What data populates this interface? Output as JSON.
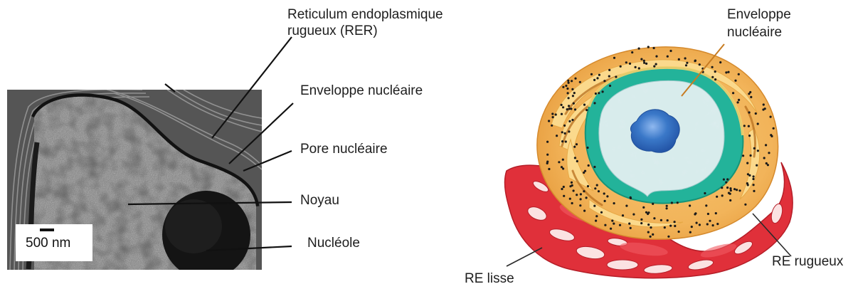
{
  "micrograph": {
    "scale_bar": "500 nm",
    "labels": {
      "rer": [
        "Reticulum endoplasmique",
        "rugueux (RER)"
      ],
      "nuclear_envelope": "Enveloppe nucléaire",
      "nuclear_pore": "Pore nucléaire",
      "nucleus": "Noyau",
      "nucleolus": "Nucléole"
    }
  },
  "illustration": {
    "labels": {
      "nuclear_envelope": [
        "Enveloppe",
        "nucléaire"
      ],
      "smooth_er": "RE lisse",
      "rough_er": "RE rugueux"
    }
  },
  "colors": {
    "rough_er": "#f2b45a",
    "rough_er_light": "#fbd98c",
    "envelope": "#23b39a",
    "nucleoplasm": "#d8ecec",
    "nucleolus": "#3a78c8",
    "smooth_er": "#e0303a",
    "micrograph_dark": "#1a1a1a"
  }
}
